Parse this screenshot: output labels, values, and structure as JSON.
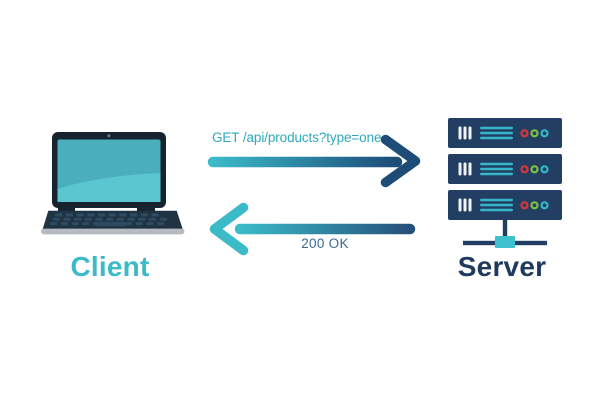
{
  "diagram": {
    "client": {
      "label": "Client"
    },
    "server": {
      "label": "Server"
    },
    "request": {
      "label": "GET /api/products?type=one",
      "direction": "client-to-server"
    },
    "response": {
      "label": "200 OK",
      "direction": "server-to-client"
    },
    "colors": {
      "teal": "#3bbac8",
      "dark_blue": "#1d4c77",
      "response_shaft_end": "#27507b",
      "navy": "#223e63",
      "screen_teal": "#4aaebc",
      "screen_highlight": "#5cc6d0",
      "laptop_frame": "#17242f",
      "laptop_body": "#1f3343",
      "base_gray": "#b5bbc0",
      "request_text": "#2fa9bd",
      "response_text": "#3a6a94",
      "client_label": "#3bbac8",
      "server_label": "#1e3a5f",
      "red_led": "#d9363a",
      "green_led": "#7dc242",
      "teal_led": "#35b6c9",
      "vent_white": "#eef3f5",
      "connector_teal": "#3fc1cd"
    }
  }
}
